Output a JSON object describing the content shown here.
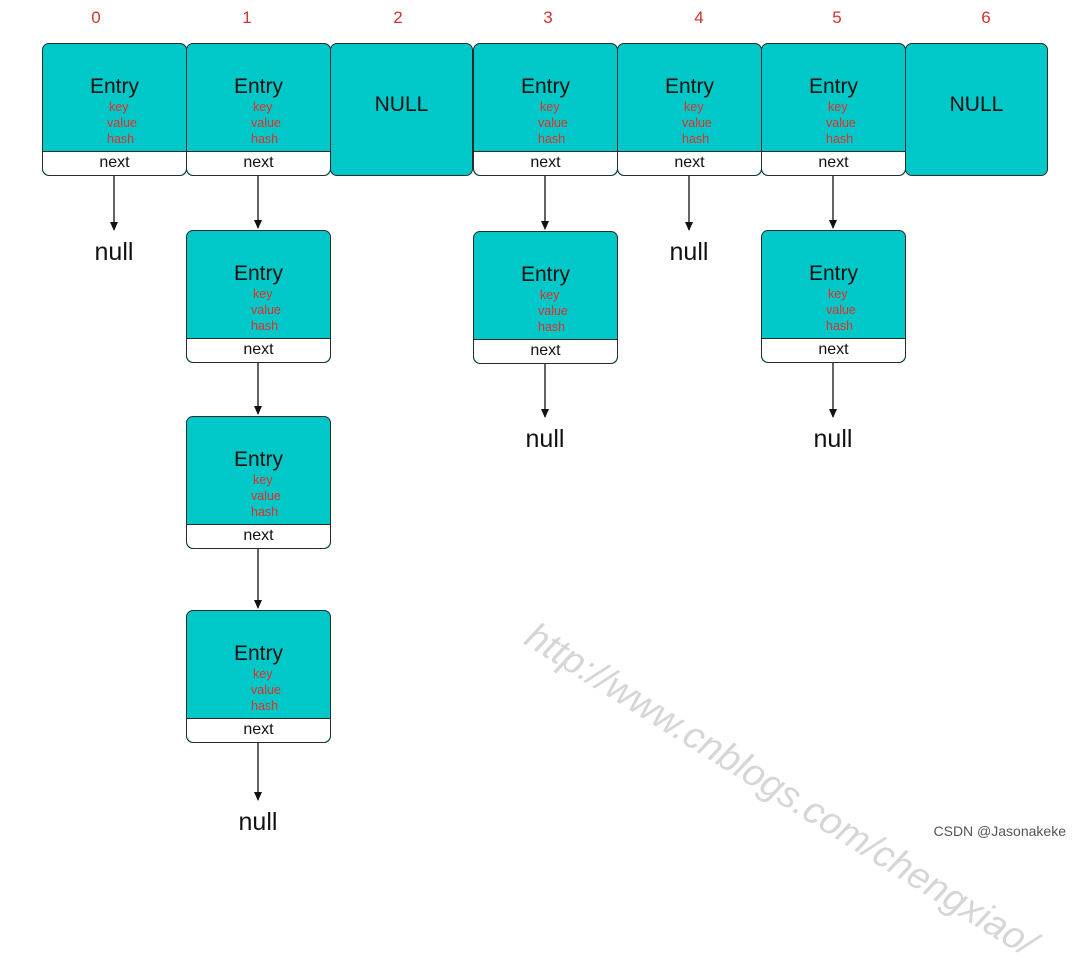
{
  "diagram": {
    "indices": [
      "0",
      "1",
      "2",
      "3",
      "4",
      "5",
      "6"
    ],
    "labels": {
      "entry": "Entry",
      "key": "key",
      "value": "value",
      "hash": "hash",
      "next": "next",
      "null_slot": "NULL",
      "null_terminator": "null"
    },
    "buckets": [
      {
        "index": "0",
        "chain_length": 1
      },
      {
        "index": "1",
        "chain_length": 4
      },
      {
        "index": "2",
        "chain_length": 0
      },
      {
        "index": "3",
        "chain_length": 2
      },
      {
        "index": "4",
        "chain_length": 1
      },
      {
        "index": "5",
        "chain_length": 2
      },
      {
        "index": "6",
        "chain_length": 0
      }
    ]
  },
  "watermark": "http://www.cnblogs.com/chengxiao/",
  "credit": "CSDN @Jasonakeke",
  "colors": {
    "node_fill": "#00c8c8",
    "field_text": "#e0302a",
    "index_text": "#d0342c"
  }
}
